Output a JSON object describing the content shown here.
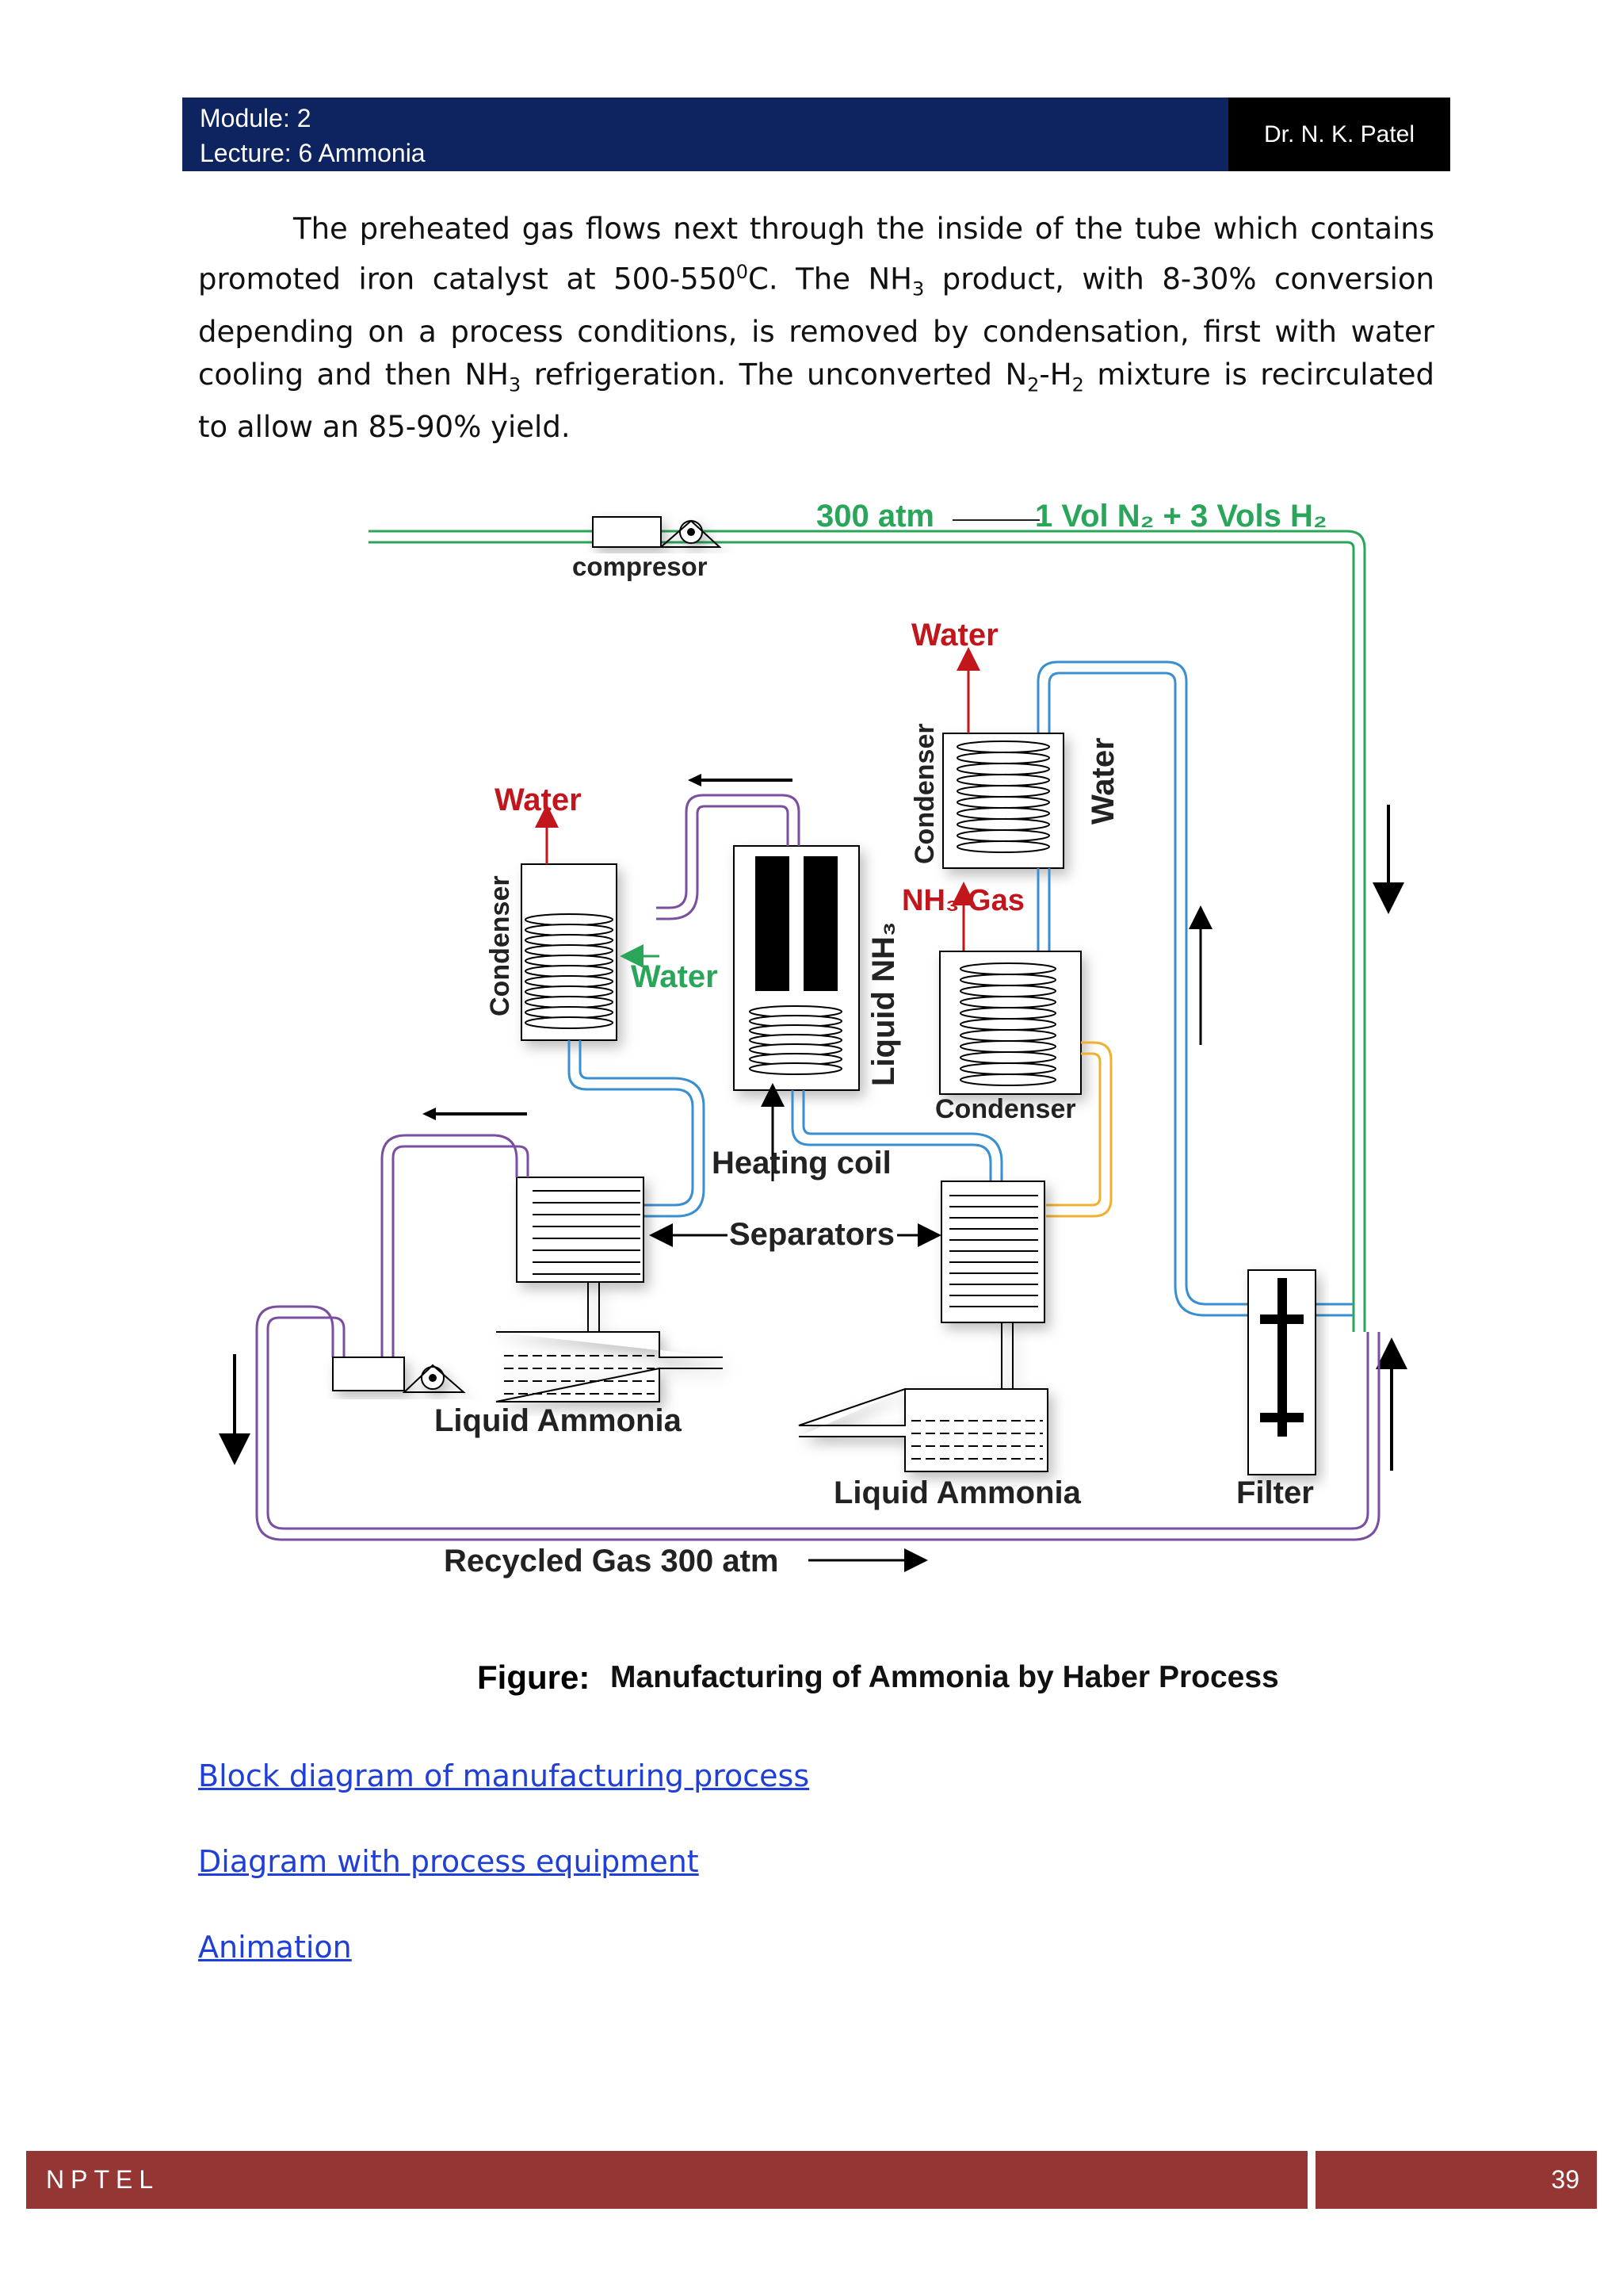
{
  "header": {
    "module": "Module: 2",
    "lecture": "Lecture: 6  Ammonia",
    "author": "Dr. N. K.  Patel"
  },
  "paragraph": {
    "p1": "The preheated gas flows next through the inside of the tube which contains promoted iron catalyst at 500-550",
    "p1_sup": "0",
    "p2": "C. The NH",
    "p2_sub": "3",
    "p3": " product, with 8-30% conversion depending on a process conditions, is removed by condensation, first with water cooling and then NH",
    "p3_sub": "3",
    "p4": " refrigeration. The unconverted N",
    "p4_sub": "2",
    "p5": "-H",
    "p5_sub": "2",
    "p6": " mixture is recirculated to allow an 85-90% yield."
  },
  "figure": {
    "label_pressure": "300 atm",
    "label_feed": "1 Vol N₂ + 3 Vols H₂",
    "compressor_top": "compresor",
    "water_top": "Water",
    "condenser_top": "Condenser",
    "water_right": "Water",
    "nh3_gas": "NH₃ Gas",
    "condenser_mid": "Condenser",
    "water_left_out": "Water",
    "condenser_left": "Condenser",
    "water_left_in": "Water",
    "liquid_nh3": "Liquid NH₃",
    "heating_coil": "Heating coil",
    "separators": "Separators",
    "liquid_ammonia_left": "Liquid Ammonia",
    "liquid_ammonia_right": "Liquid Ammonia",
    "filter": "Filter",
    "recycled_gas": "Recycled Gas 300 atm",
    "caption_prefix": "Figure:",
    "caption": "Manufacturing of Ammonia by Haber Process",
    "colors": {
      "feed": "#2aa65a",
      "water": "#3a8fd0",
      "recycle": "#7a4fa0",
      "ammonia": "#f0b030",
      "label_red": "#c0161c"
    }
  },
  "links": [
    "Block diagram of manufacturing process",
    "Diagram with process equipment",
    "Animation"
  ],
  "footer": {
    "left": "NPTEL",
    "page": "39"
  }
}
